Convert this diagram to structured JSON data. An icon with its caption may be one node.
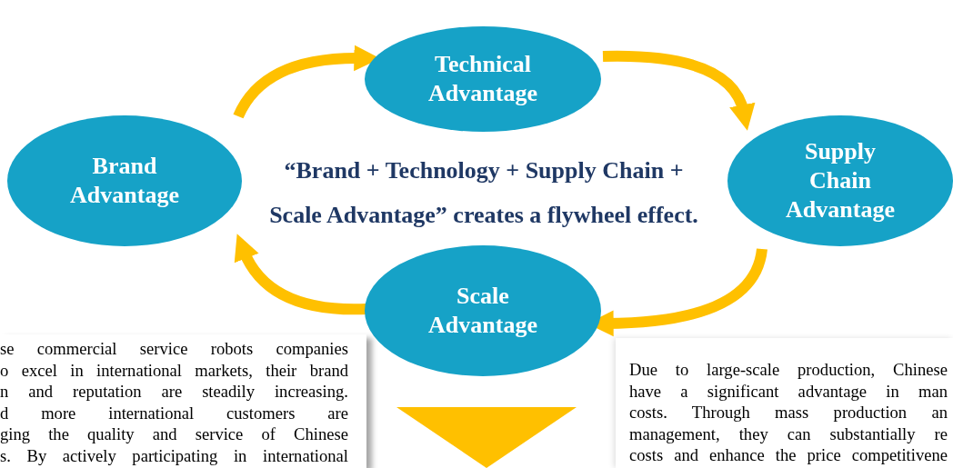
{
  "diagram": {
    "nodes": [
      {
        "text": [
          "Technical Advantage"
        ]
      },
      {
        "text": [
          "Brand Advantage"
        ]
      },
      {
        "text": [
          "“Brand + Technology + Supply Chain + Scale Advantage” creates a flywheel effect."
        ]
      },
      {
        "text": [
          "Supply Chain Advantage"
        ]
      },
      {
        "text": [
          "Scale Advantage"
        ]
      },
      {
        "text": [
          "se commercial service robots companies",
          "o excel in international markets, their brand",
          "n and reputation are steadily increasing.",
          "d more international customers are",
          "ging the quality and service of Chinese",
          "s. By actively participating in international"
        ]
      },
      {
        "text": [
          "Due to large-scale production, Chinese",
          "have a significant advantage in man",
          "costs. Through mass production an",
          "management, they can substantially re",
          "costs and enhance the price competitivene"
        ]
      }
    ],
    "edges": [
      {
        "from": 1,
        "to": 0,
        "arrow": "to"
      },
      {
        "from": 0,
        "to": 3,
        "arrow": "to"
      },
      {
        "from": 3,
        "to": 4,
        "arrow": "to"
      },
      {
        "from": 4,
        "to": 1,
        "arrow": "to"
      }
    ]
  }
}
